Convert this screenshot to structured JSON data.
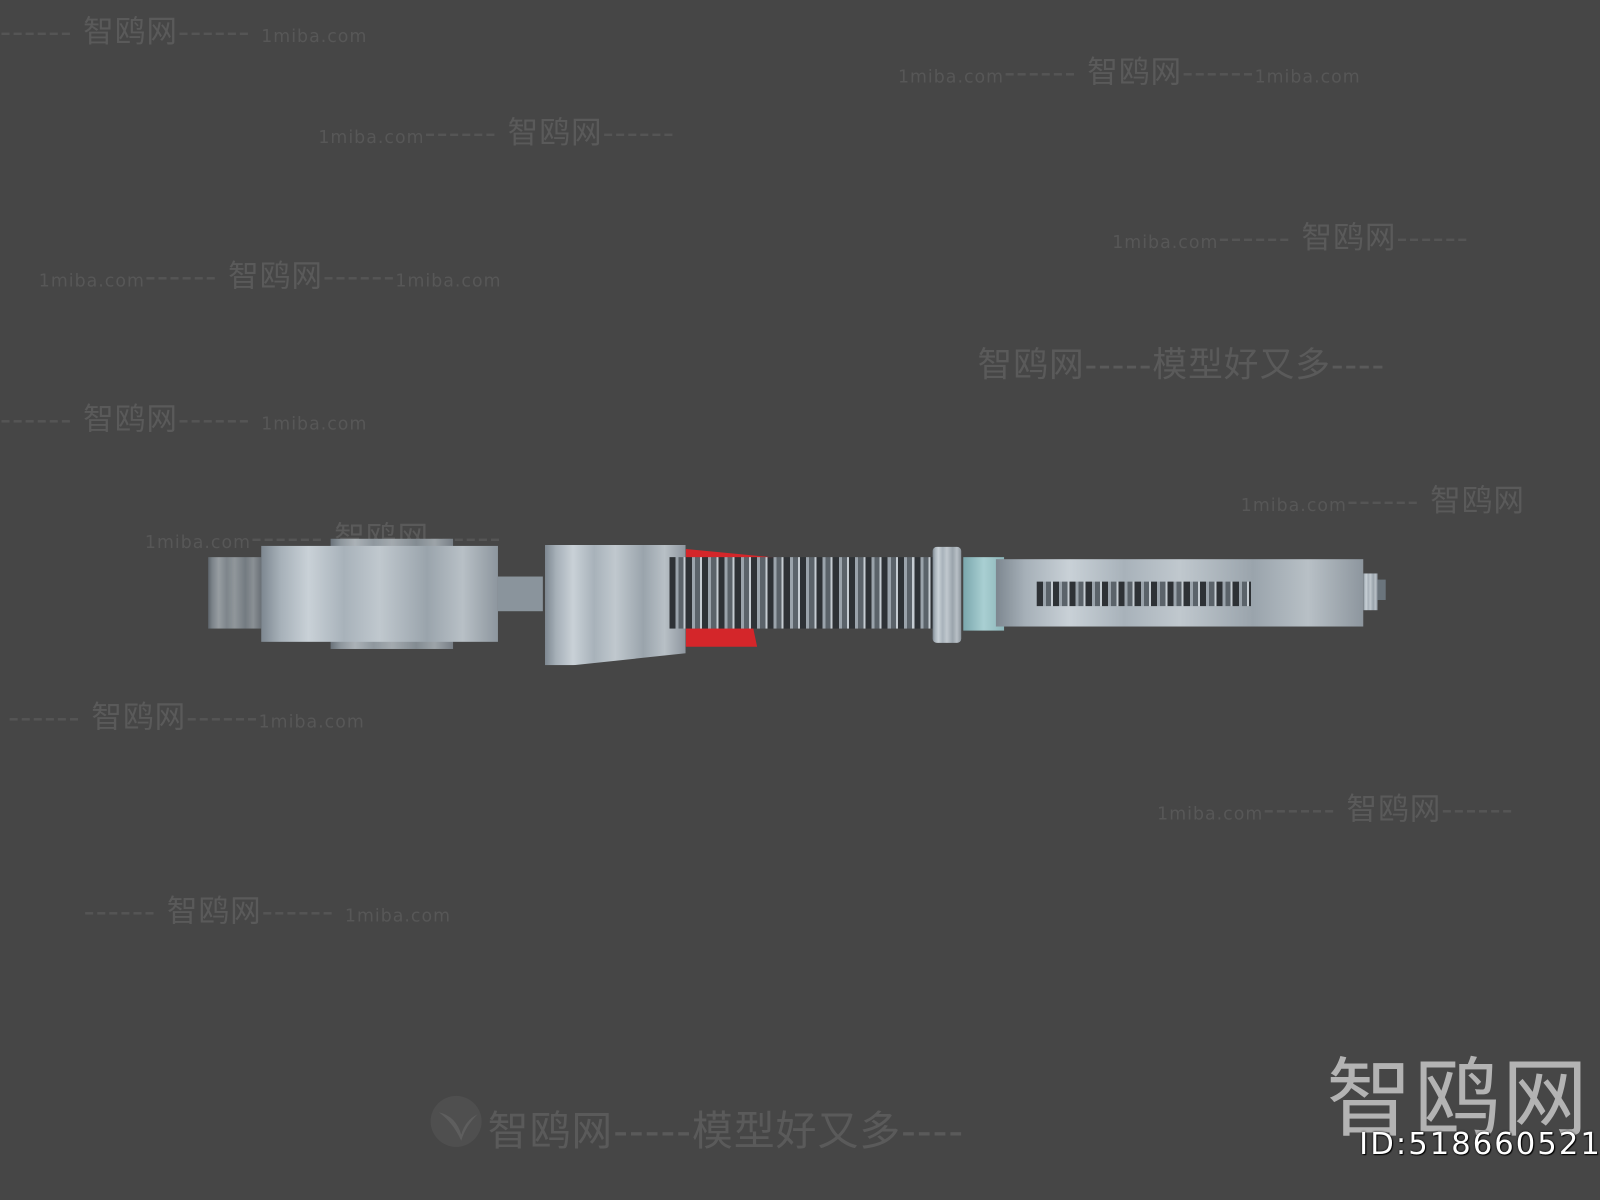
{
  "watermark": {
    "brand": "智鸥网",
    "domain": "1miba.com",
    "dashes": "------",
    "slogan": "智鸥网-----模型好又多----"
  },
  "logo": {
    "brand": "智鸥网",
    "id_label": "ID:518660521"
  },
  "colors": {
    "background": "#464646",
    "accent_red": "#d4262a",
    "metal": "#b8c0c6"
  }
}
